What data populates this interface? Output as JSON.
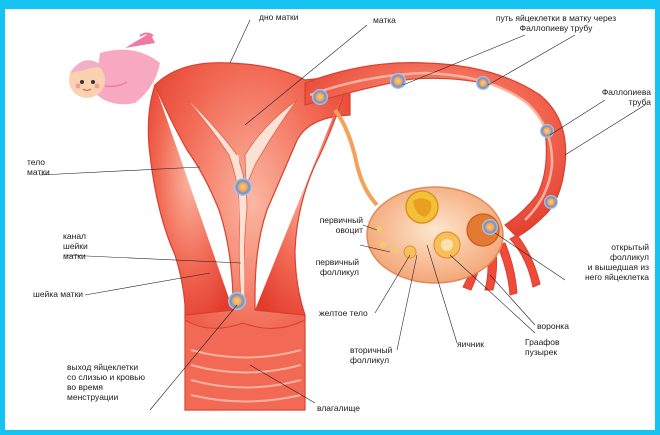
{
  "labels": {
    "dno_matki": "дно матки",
    "matka": "матка",
    "put_1": "путь яйцеклетки в матку через",
    "put_2": "Фаллопиеву трубу",
    "fallop_1": "Фаллопиева",
    "fallop_2": "труба",
    "telo_1": "тело",
    "telo_2": "матки",
    "kanal_1": "канал",
    "kanal_2": "шейки",
    "kanal_3": "матки",
    "sheyka": "шейка матки",
    "pervichny_ovocit_1": "первичный",
    "pervichny_ovocit_2": "овоцит",
    "pervichny_foll_1": "первичный",
    "pervichny_foll_2": "фолликул",
    "zheltoe_telo": "желтое тело",
    "vtorichny_1": "вторичный",
    "vtorichny_2": "фолликул",
    "yaichnik": "яичник",
    "graafov_1": "Граафов",
    "graafov_2": "пузырек",
    "voronka": "воронка",
    "otkryty_1": "открытый",
    "otkryty_2": "фолликул",
    "otkryty_3": "и вышедшая из",
    "otkryty_4": "него яйцеклетка",
    "vyhod_1": "выход яйцеклетки",
    "vyhod_2": "со слизью и кровью",
    "vyhod_3": "во время",
    "vyhod_4": "менструации",
    "vlagalishe": "влагалище"
  },
  "colors": {
    "frame": "#15c3f2",
    "tissue": "#f04a3a",
    "tissue_light": "#f9a08a",
    "inner": "#fde1d4",
    "ovary": "#f8b48a",
    "egg_ring": "#7ea6d6",
    "follicle": "#f0b81e"
  },
  "icons": {
    "logo": "baby-stork-bundle-icon"
  }
}
